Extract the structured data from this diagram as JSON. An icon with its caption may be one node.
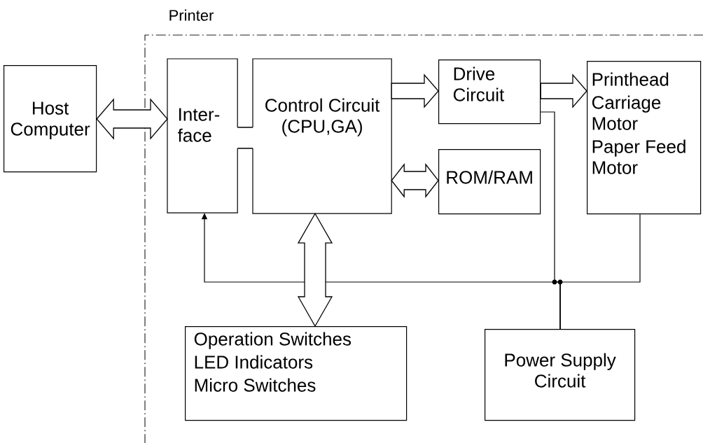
{
  "diagram": {
    "nodes": [
      {
        "text": [
          "Printer"
        ]
      },
      {
        "text": [
          "Host Computer"
        ]
      },
      {
        "text": [
          "Inter- face"
        ],
        "in": 0
      },
      {
        "text": [
          "Control Circuit (CPU,GA)"
        ],
        "in": 0
      },
      {
        "text": [
          "Drive Circuit"
        ],
        "in": 0
      },
      {
        "text": [
          "ROM/RAM"
        ],
        "in": 0
      },
      {
        "text": [
          "Printhead",
          "Carriage Motor",
          "Paper Feed Motor"
        ],
        "in": 0
      },
      {
        "text": [
          "Operation Switches",
          "LED Indicators",
          "Micro Switches"
        ],
        "in": 0
      },
      {
        "text": [
          "Power Supply Circuit"
        ],
        "in": 0
      }
    ],
    "edges": [
      {
        "from": 1,
        "to": 2,
        "arrow": "both"
      },
      {
        "from": 2,
        "to": 3,
        "arrow": "none"
      },
      {
        "from": 3,
        "to": 4,
        "arrow": "to"
      },
      {
        "from": 3,
        "to": 5,
        "arrow": "both"
      },
      {
        "from": 4,
        "to": 6,
        "arrow": "to"
      },
      {
        "from": 3,
        "to": 7,
        "arrow": "both"
      },
      {
        "from": 8,
        "to": 2,
        "arrow": "to"
      },
      {
        "from": 8,
        "to": 4,
        "arrow": "none"
      },
      {
        "from": 8,
        "to": 6,
        "arrow": "none"
      }
    ]
  }
}
